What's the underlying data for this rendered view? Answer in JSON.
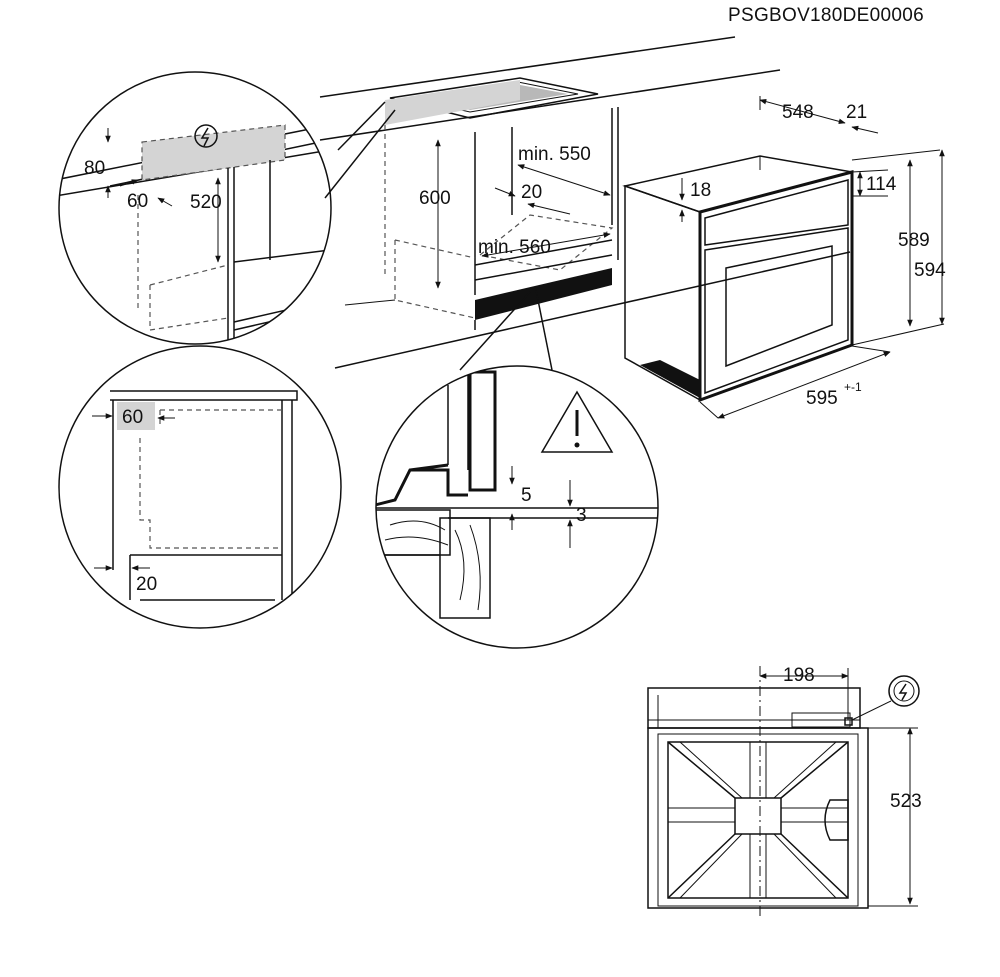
{
  "doc_code": "PSGBOV180DE00006",
  "cabinet": {
    "height_600": "600",
    "depth_min_550": "min. 550",
    "gap_20": "20",
    "width_min_560": "min. 560"
  },
  "detail_top_left": {
    "dim_80": "80",
    "dim_60": "60",
    "dim_520": "520"
  },
  "oven": {
    "depth_548": "548",
    "dim_21": "21",
    "dim_18": "18",
    "dim_114": "114",
    "height_589": "589",
    "height_594": "594",
    "width_595": "595",
    "width_tolerance": "+-1"
  },
  "detail_side": {
    "dim_60": "60",
    "dim_20": "20"
  },
  "detail_warning": {
    "dim_5": "5",
    "dim_3": "3"
  },
  "back_view": {
    "dim_198": "198",
    "dim_523": "523"
  },
  "icons": {
    "electric": "electric-connection-icon",
    "warning": "warning-triangle-icon"
  }
}
